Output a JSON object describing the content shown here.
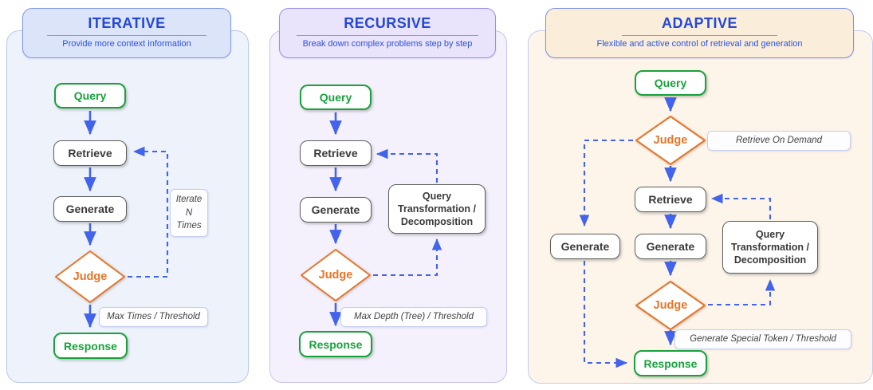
{
  "diagram_title": "RAG paradigms flow diagram",
  "colors": {
    "title_blue": "#2347d9",
    "arrow_blue": "#4263eb",
    "node_green": "#17a23a",
    "judge_orange": "#e87527",
    "node_border_gray": "#5f5f5f",
    "panel1_bg": "#edf2fb",
    "panel2_bg": "#f4f1fd",
    "panel3_bg": "#fdf5e9"
  },
  "panels": [
    {
      "title": "ITERATIVE",
      "subtitle": "Provide more context information",
      "nodes": {
        "query": "Query",
        "retrieve": "Retrieve",
        "generate": "Generate",
        "judge": "Judge",
        "response": "Response"
      },
      "labels": {
        "loop_note": "Iterate N Times",
        "exit_condition": "Max Times / Threshold"
      }
    },
    {
      "title": "RECURSIVE",
      "subtitle": "Break down complex problems step by step",
      "nodes": {
        "query": "Query",
        "retrieve": "Retrieve",
        "generate": "Generate",
        "judge": "Judge",
        "response": "Response",
        "transform_box": "Query Transformation / Decomposition"
      },
      "labels": {
        "exit_condition": "Max Depth (Tree) / Threshold"
      }
    },
    {
      "title": "ADAPTIVE",
      "subtitle": "Flexible and active control of retrieval and generation",
      "nodes": {
        "query": "Query",
        "judge_top": "Judge",
        "retrieve": "Retrieve",
        "generate_left": "Generate",
        "generate": "Generate",
        "judge_bottom": "Judge",
        "response": "Response",
        "transform_box": "Query Transformation / Decomposition"
      },
      "labels": {
        "on_demand": "Retrieve On Demand",
        "exit_condition": "Generate Special Token / Threshold"
      }
    }
  ]
}
